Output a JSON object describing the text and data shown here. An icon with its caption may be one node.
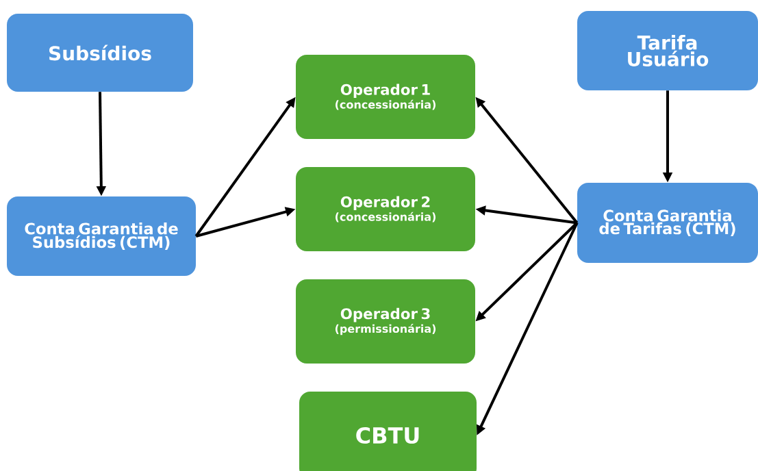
{
  "diagram": {
    "nodes": [
      {
        "text": [
          "Subsídios"
        ]
      },
      {
        "text": [
          "Conta Garantia de Subsídios (CTM)"
        ]
      },
      {
        "text": [
          "Operador 1",
          "(concessionária)"
        ]
      },
      {
        "text": [
          "Operador 2",
          "(concessionária)"
        ]
      },
      {
        "text": [
          "Operador 3",
          "(permissionária)"
        ]
      },
      {
        "text": [
          "CBTU"
        ]
      },
      {
        "text": [
          "Tarifa Usuário"
        ]
      },
      {
        "text": [
          "Conta Garantia de Tarifas (CTM)"
        ]
      }
    ],
    "edges": [
      {
        "from": 0,
        "to": 1,
        "arrow": "to"
      },
      {
        "from": 1,
        "to": 2,
        "arrow": "to"
      },
      {
        "from": 1,
        "to": 3,
        "arrow": "to"
      },
      {
        "from": 6,
        "to": 7,
        "arrow": "to"
      },
      {
        "from": 7,
        "to": 2,
        "arrow": "to"
      },
      {
        "from": 7,
        "to": 3,
        "arrow": "to"
      },
      {
        "from": 7,
        "to": 4,
        "arrow": "to"
      },
      {
        "from": 7,
        "to": 5,
        "arrow": "to"
      }
    ]
  }
}
